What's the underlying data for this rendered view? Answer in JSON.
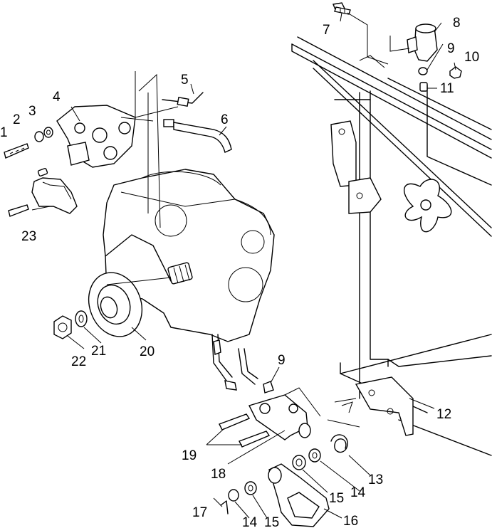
{
  "labels": {
    "p1": "1",
    "p2": "2",
    "p3": "3",
    "p4": "4",
    "p5": "5",
    "p6": "6",
    "p7": "7",
    "p8": "8",
    "p9a": "9",
    "p10": "10",
    "p11": "11",
    "p9b": "9",
    "p12": "12",
    "p13": "13",
    "p14a": "14",
    "p15a": "15",
    "p16": "16",
    "p17": "17",
    "p14b": "14",
    "p15b": "15",
    "p18": "18",
    "p19": "19",
    "p20": "20",
    "p21": "21",
    "p22": "22",
    "p23": "23"
  }
}
